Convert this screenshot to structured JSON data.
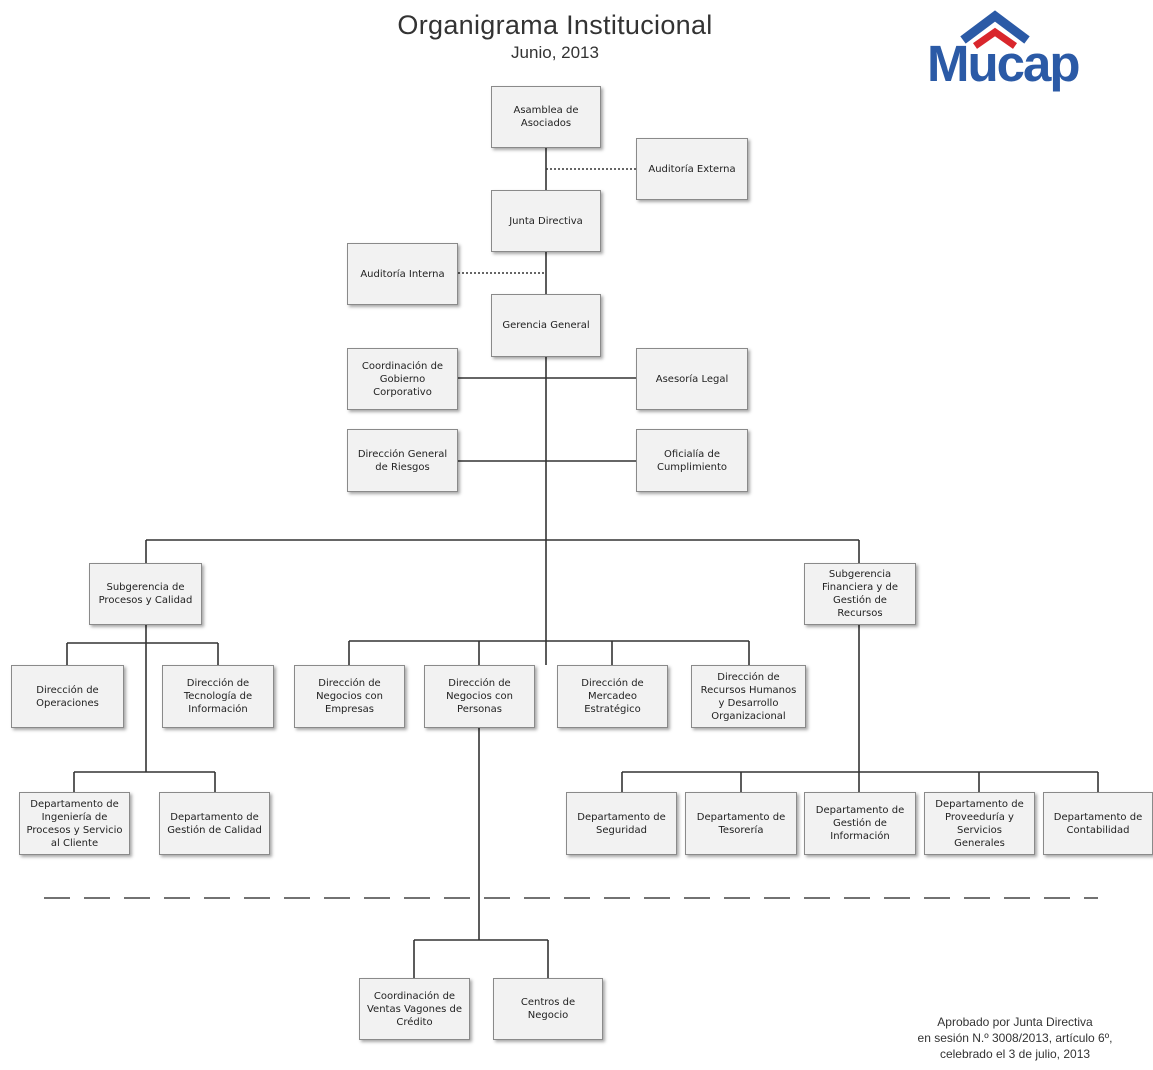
{
  "header": {
    "title": "Organigrama Institucional",
    "date": "Junio, 2013"
  },
  "logo": {
    "text": "Mucap",
    "colors": {
      "blue": "#2b5aa6",
      "red": "#d9262c"
    }
  },
  "nodes": {
    "asamblea": "Asamblea de Asociados",
    "auditoria_externa": "Auditoría Externa",
    "junta_directiva": "Junta Directiva",
    "auditoria_interna": "Auditoría Interna",
    "gerencia_general": "Gerencia General",
    "coord_gobierno": "Coordinación de Gobierno Corporativo",
    "asesoria_legal": "Asesoría Legal",
    "dir_riesgos": "Dirección General de Riesgos",
    "oficialia": "Oficialía de Cumplimiento",
    "sub_procesos": "Subgerencia de Procesos y Calidad",
    "sub_financiera": "Subgerencia Financiera y de Gestión de Recursos",
    "dir_operaciones": "Dirección de Operaciones",
    "dir_tecnologia": "Dirección de Tecnología de Información",
    "dir_neg_empresas": "Dirección de Negocios con Empresas",
    "dir_neg_personas": "Dirección de Negocios con Personas",
    "dir_mercadeo": "Dirección de Mercadeo Estratégico",
    "dir_rrhh": "Dirección de Recursos Humanos y Desarrollo Organizacional",
    "dep_ingenieria": "Departamento de Ingeniería de Procesos y Servicio al Cliente",
    "dep_calidad": "Departamento de Gestión de Calidad",
    "dep_seguridad": "Departamento de Seguridad",
    "dep_tesoreria": "Departamento de Tesorería",
    "dep_gestion_info": "Departamento de Gestión de Información",
    "dep_proveeduria": "Departamento de Proveeduría y Servicios Generales",
    "dep_contabilidad": "Departamento de Contabilidad",
    "coord_ventas": "Coordinación de Ventas Vagones de Crédito",
    "centros_negocio": "Centros de Negocio"
  },
  "approval": {
    "line1": "Aprobado por Junta Directiva",
    "line2": "en sesión N.º 3008/2013, artículo 6º,",
    "line3": "celebrado el 3 de julio, 2013"
  }
}
